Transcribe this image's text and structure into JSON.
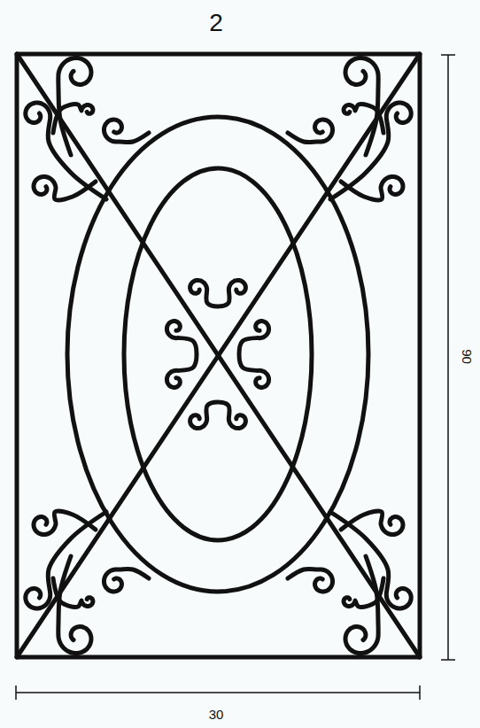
{
  "diagram": {
    "labels": [
      "2",
      "30",
      "90"
    ]
  }
}
